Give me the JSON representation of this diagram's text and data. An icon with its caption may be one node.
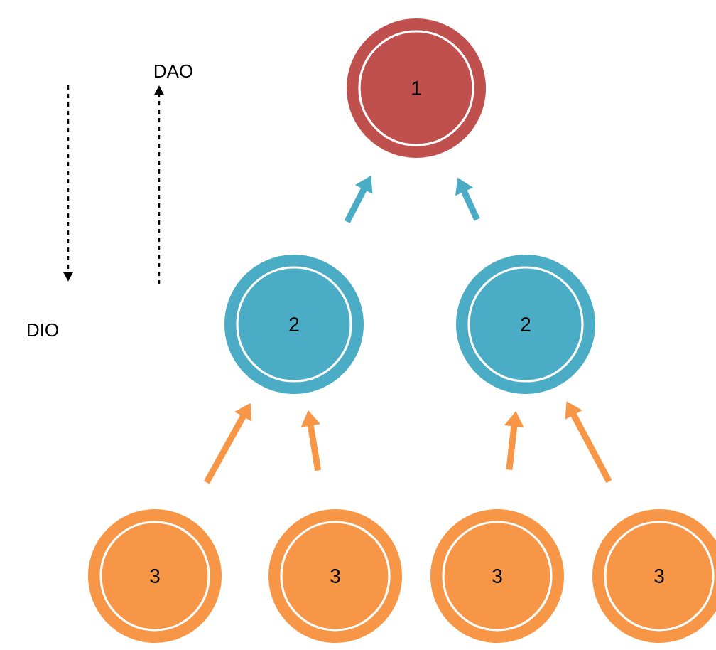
{
  "diagram": {
    "nodes": [
      {
        "text": [
          "1"
        ]
      },
      {
        "text": [
          "2"
        ]
      },
      {
        "text": [
          "2"
        ]
      },
      {
        "text": [
          "3"
        ]
      },
      {
        "text": [
          "3"
        ]
      },
      {
        "text": [
          "3"
        ]
      },
      {
        "text": [
          "3"
        ]
      }
    ],
    "edges": [
      {
        "from": 1,
        "to": 0,
        "arrow": "to",
        "color": "#4bacc6"
      },
      {
        "from": 2,
        "to": 0,
        "arrow": "to",
        "color": "#4bacc6"
      },
      {
        "from": 3,
        "to": 1,
        "arrow": "to"
      },
      {
        "from": 4,
        "to": 1,
        "arrow": "to"
      },
      {
        "from": 5,
        "to": 2,
        "arrow": "to"
      },
      {
        "from": 6,
        "to": 2,
        "arrow": "to"
      }
    ],
    "labels": [
      "DAO",
      "DIO"
    ]
  }
}
